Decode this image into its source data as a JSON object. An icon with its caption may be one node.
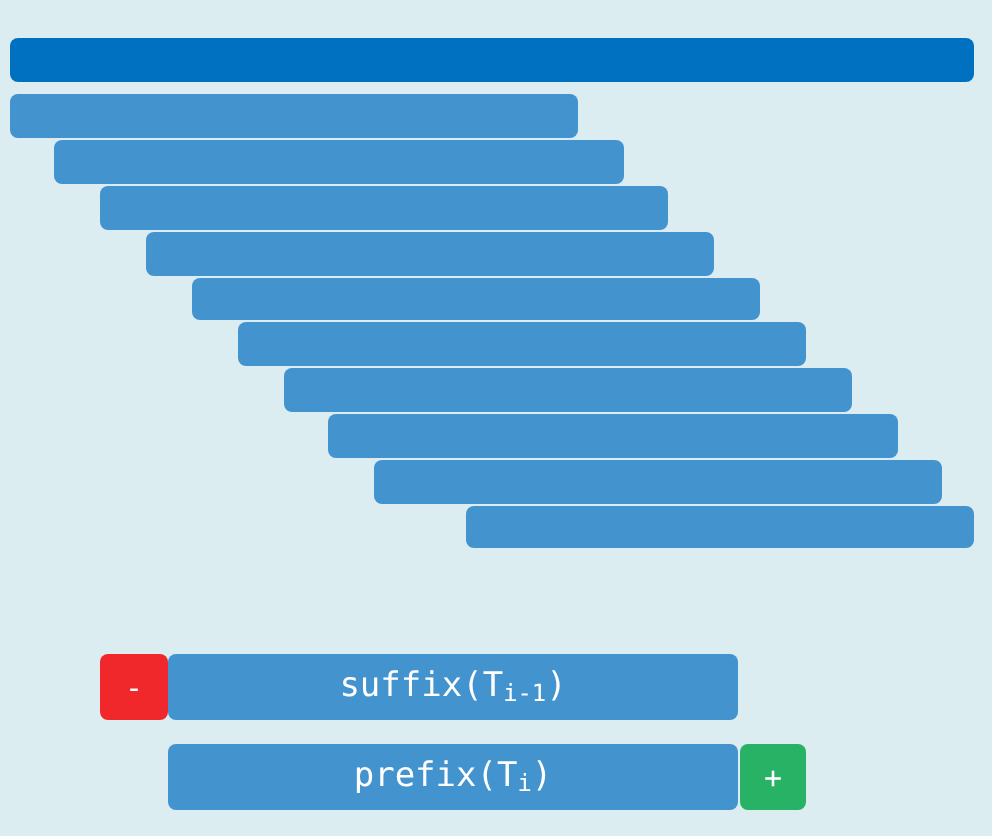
{
  "diagram": {
    "nodes": [
      {
        "text": [],
        "shape": "bar"
      },
      {
        "text": [],
        "shape": "bar"
      },
      {
        "text": [],
        "shape": "bar"
      },
      {
        "text": [],
        "shape": "bar"
      },
      {
        "text": [],
        "shape": "bar"
      },
      {
        "text": [],
        "shape": "bar"
      },
      {
        "text": [],
        "shape": "bar"
      },
      {
        "text": [],
        "shape": "bar"
      },
      {
        "text": [],
        "shape": "bar"
      },
      {
        "text": [],
        "shape": "bar"
      },
      {
        "text": [],
        "shape": "bar"
      },
      {
        "text": [
          "-"
        ]
      },
      {
        "text": [
          "suffix(T$_{i-1}$)"
        ]
      },
      {
        "text": [
          "prefix(T$_{i}$)"
        ]
      },
      {
        "text": [
          "+"
        ]
      }
    ]
  }
}
